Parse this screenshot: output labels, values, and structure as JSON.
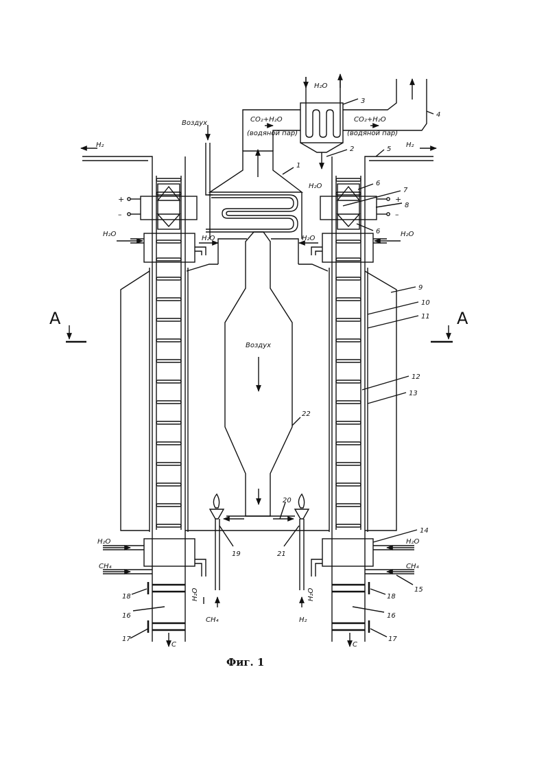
{
  "figure": {
    "caption": "Фиг. 1",
    "section_marker": "A",
    "labels": {
      "air": "Воздух",
      "water": "H₂O",
      "hydrogen": "H₂",
      "methane": "CH₄",
      "carbon": "C",
      "co2_water": "CO₂+H₂O",
      "steam": "(водяной пар)",
      "plus": "+",
      "minus": "–"
    },
    "numbers": [
      "1",
      "2",
      "3",
      "4",
      "5",
      "6",
      "7",
      "8",
      "9",
      "10",
      "11",
      "12",
      "13",
      "14",
      "15",
      "16",
      "17",
      "18",
      "19",
      "20",
      "21",
      "22"
    ]
  }
}
